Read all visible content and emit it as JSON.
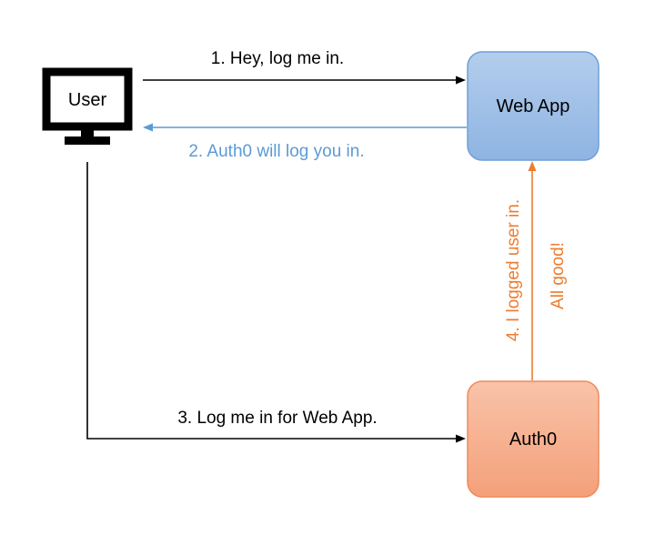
{
  "nodes": {
    "user": {
      "label": "User"
    },
    "web_app": {
      "label": "Web App"
    },
    "auth0": {
      "label": "Auth0"
    }
  },
  "edges": {
    "step1": {
      "label": "1. Hey, log me in."
    },
    "step2": {
      "label": "2. Auth0 will log you in."
    },
    "step3": {
      "label": "3. Log me in for Web App."
    },
    "step4": {
      "label": "4. I logged user in."
    },
    "step4_note": {
      "label": "All good!"
    }
  },
  "colors": {
    "black": "#000000",
    "blue": "#5b9bd5",
    "orange": "#ed7d31",
    "web_app_top": "#b4cdec",
    "web_app_bottom": "#8eb4e3",
    "web_app_border": "#6f9fd8",
    "auth0_top": "#f8c0a5",
    "auth0_bottom": "#f4a07a",
    "auth0_border": "#f08a5d"
  }
}
